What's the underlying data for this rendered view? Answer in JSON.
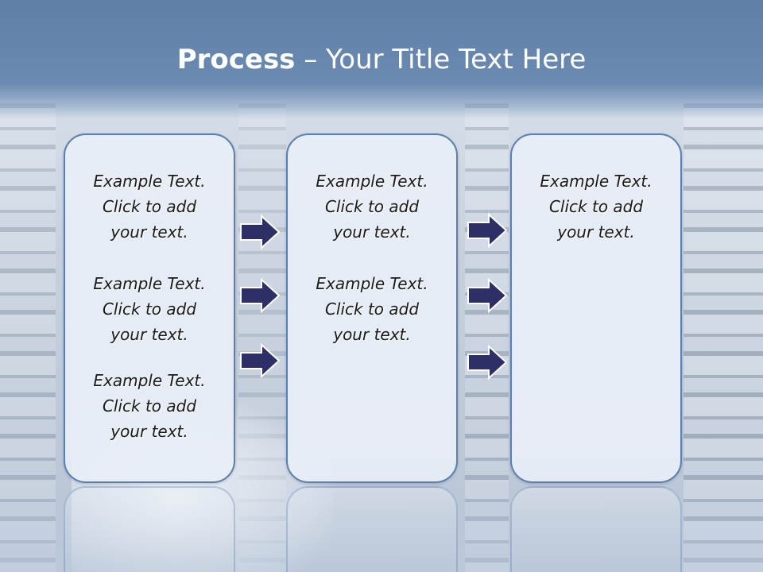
{
  "slide": {
    "title_strong": "Process",
    "title_rest": " – Your Title Text Here"
  },
  "columns": [
    {
      "items": [
        {
          "lines": [
            "Example Text.",
            "Click  to add",
            "your text."
          ]
        },
        {
          "lines": [
            "Example Text.",
            "Click  to add",
            "your text."
          ]
        },
        {
          "lines": [
            "Example Text.",
            "Click  to add",
            "your text."
          ]
        }
      ]
    },
    {
      "items": [
        {
          "lines": [
            "Example Text.",
            "Click  to add",
            "your text."
          ]
        },
        {
          "lines": [
            "Example Text.",
            "Click  to add",
            "your text."
          ]
        }
      ]
    },
    {
      "items": [
        {
          "lines": [
            "Example Text.",
            "Click  to add",
            "your text."
          ]
        }
      ]
    }
  ],
  "arrows": {
    "icon": "right-arrow-icon",
    "fill": "#2e2f66",
    "stroke": "#ffffff"
  },
  "colors": {
    "title_band": "#6283ab",
    "box_fill": "#e8eef6",
    "box_border": "#5a7fb0"
  }
}
